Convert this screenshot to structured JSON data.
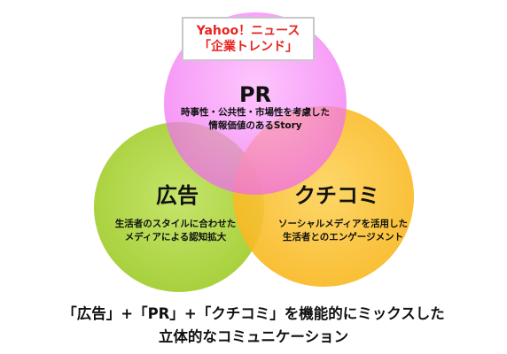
{
  "colors": {
    "pr_circle": "#f37af3",
    "ad_circle": "#a9d33c",
    "kuchikomi_circle": "#fbbf2c",
    "box_text": "#e8231f"
  },
  "header_box": {
    "line1": "Yahoo！ニュース",
    "line2": "「企業トレンド」"
  },
  "pr": {
    "title": "PR",
    "desc_line1": "時事性・公共性・市場性を考慮した",
    "desc_line2": "情報価値のあるStory"
  },
  "ad": {
    "title": "広告",
    "desc_line1": "生活者のスタイルに合わせた",
    "desc_line2": "メディアによる認知拡大"
  },
  "kuchikomi": {
    "title": "クチコミ",
    "desc_line1": "ソーシャルメディアを活用した",
    "desc_line2": "生活者とのエンゲージメント"
  },
  "caption": {
    "line1": "「広告」+「PR」+「クチコミ」を機能的にミックスした",
    "line2": "立体的なコミュニケーション"
  }
}
